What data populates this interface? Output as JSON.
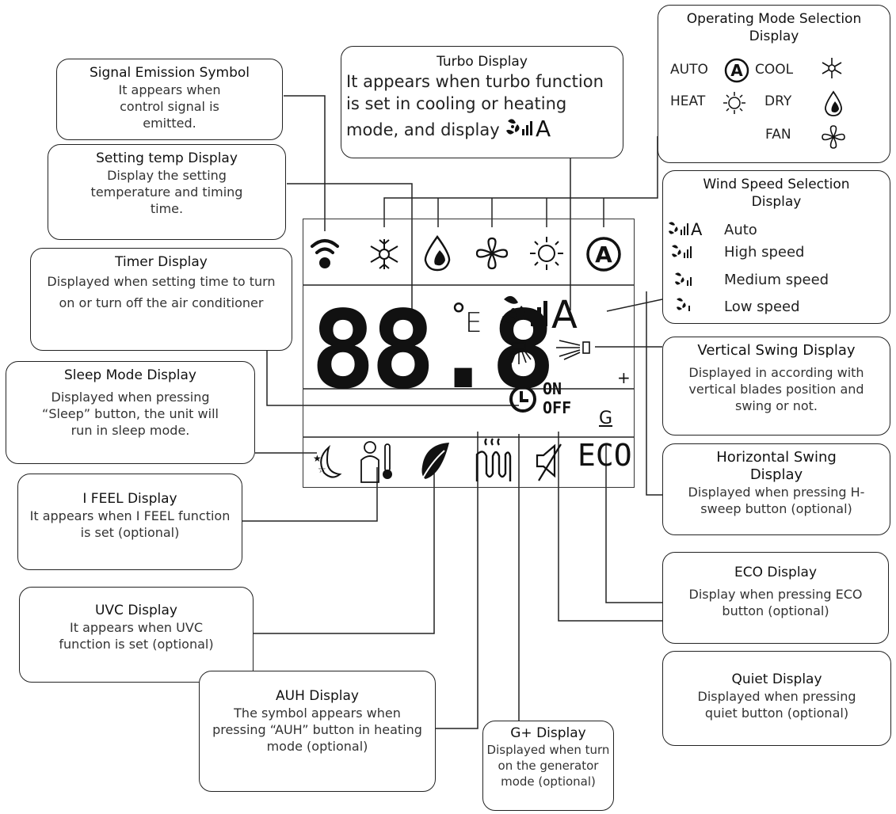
{
  "callouts": {
    "signal": {
      "title": "Signal Emission Symbol",
      "desc": "It appears when control signal is emitted."
    },
    "setting_temp": {
      "title": "Setting temp Display",
      "desc": "Display the setting temperature and timing time."
    },
    "timer": {
      "title": "Timer Display",
      "desc": "Displayed when setting time to turn on or turn off the air conditioner"
    },
    "sleep": {
      "title": "Sleep Mode Display",
      "desc": "Displayed when pressing “Sleep” button, the unit will run in sleep mode."
    },
    "ifeel": {
      "title": "I FEEL Display",
      "desc": "It appears when I FEEL function is set (optional)"
    },
    "uvc": {
      "title": "UVC Display",
      "desc": "It appears when UVC function is set (optional)"
    },
    "auh": {
      "title": "AUH Display",
      "desc": "The symbol appears when pressing “AUH” button in heating mode (optional)"
    },
    "gplus": {
      "title": "G+ Display",
      "desc": "Displayed when turn on the generator mode (optional)"
    },
    "turbo": {
      "title": "Turbo Display",
      "desc": "It appears when turbo function is set in cooling or heating mode, and display"
    },
    "opmode": {
      "title": "Operating Mode Selection Display"
    },
    "windspeed": {
      "title": "Wind Speed Selection Display"
    },
    "vswing": {
      "title": "Vertical Swing Display",
      "desc": "Displayed in according with vertical blades position and swing or not."
    },
    "hswing": {
      "title": "Horizontal Swing Display",
      "desc": "Displayed when pressing H-sweep button (optional)"
    },
    "eco": {
      "title": "ECO Display",
      "desc": "Display when pressing ECO button (optional)"
    },
    "quiet": {
      "title": "Quiet Display",
      "desc": "Displayed when pressing quiet button (optional)"
    }
  },
  "modes": {
    "auto": "AUTO",
    "cool": "COOL",
    "heat": "HEAT",
    "dry": "DRY",
    "fan": "FAN"
  },
  "mode_icons": {
    "auto": "A"
  },
  "wind_speeds": {
    "auto": "Auto",
    "high": "High speed",
    "medium": "Medium speed",
    "low": "Low speed"
  },
  "lcd": {
    "digits": "88.8",
    "degree": "°",
    "unit": "E",
    "turbo_a": "A",
    "on": "ON",
    "off": "OFF",
    "eco": "ECO",
    "plus": "+",
    "auto_badge": "A",
    "g_symbol": "G"
  }
}
